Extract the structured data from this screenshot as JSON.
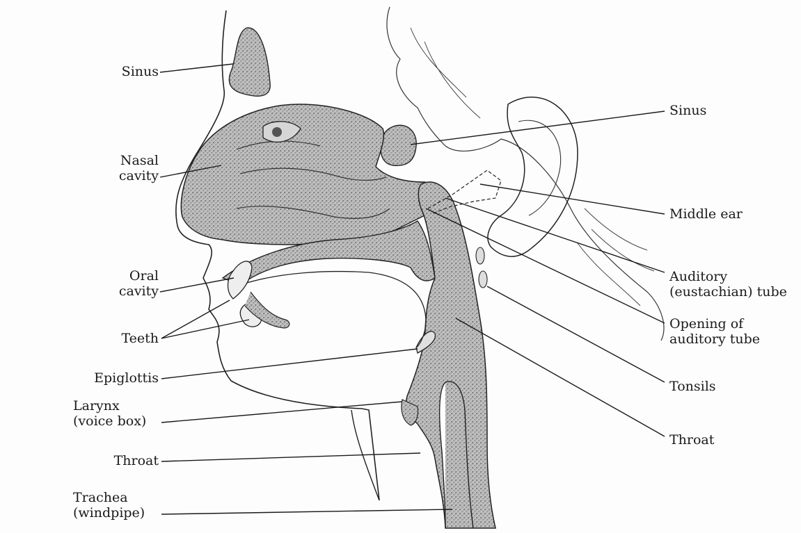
{
  "labels": {
    "sinus_front": "Sinus",
    "nasal_cavity": [
      "Nasal",
      "cavity"
    ],
    "oral_cavity": [
      "Oral",
      "cavity"
    ],
    "teeth": "Teeth",
    "epiglottis": "Epiglottis",
    "larynx": [
      "Larynx",
      "(voice box)"
    ],
    "throat_left": "Throat",
    "trachea": [
      "Trachea",
      "(windpipe)"
    ],
    "sinus_back": "Sinus",
    "middle_ear": "Middle ear",
    "auditory_tube": [
      "Auditory",
      "(eustachian) tube"
    ],
    "opening_auditory_tube": [
      "Opening of",
      "auditory tube"
    ],
    "tonsils": "Tonsils",
    "throat_right": "Throat"
  },
  "colors": {
    "ink": "#1a1a1a",
    "stipple": "#a9a9a9",
    "paper": "#fdfdfd"
  }
}
